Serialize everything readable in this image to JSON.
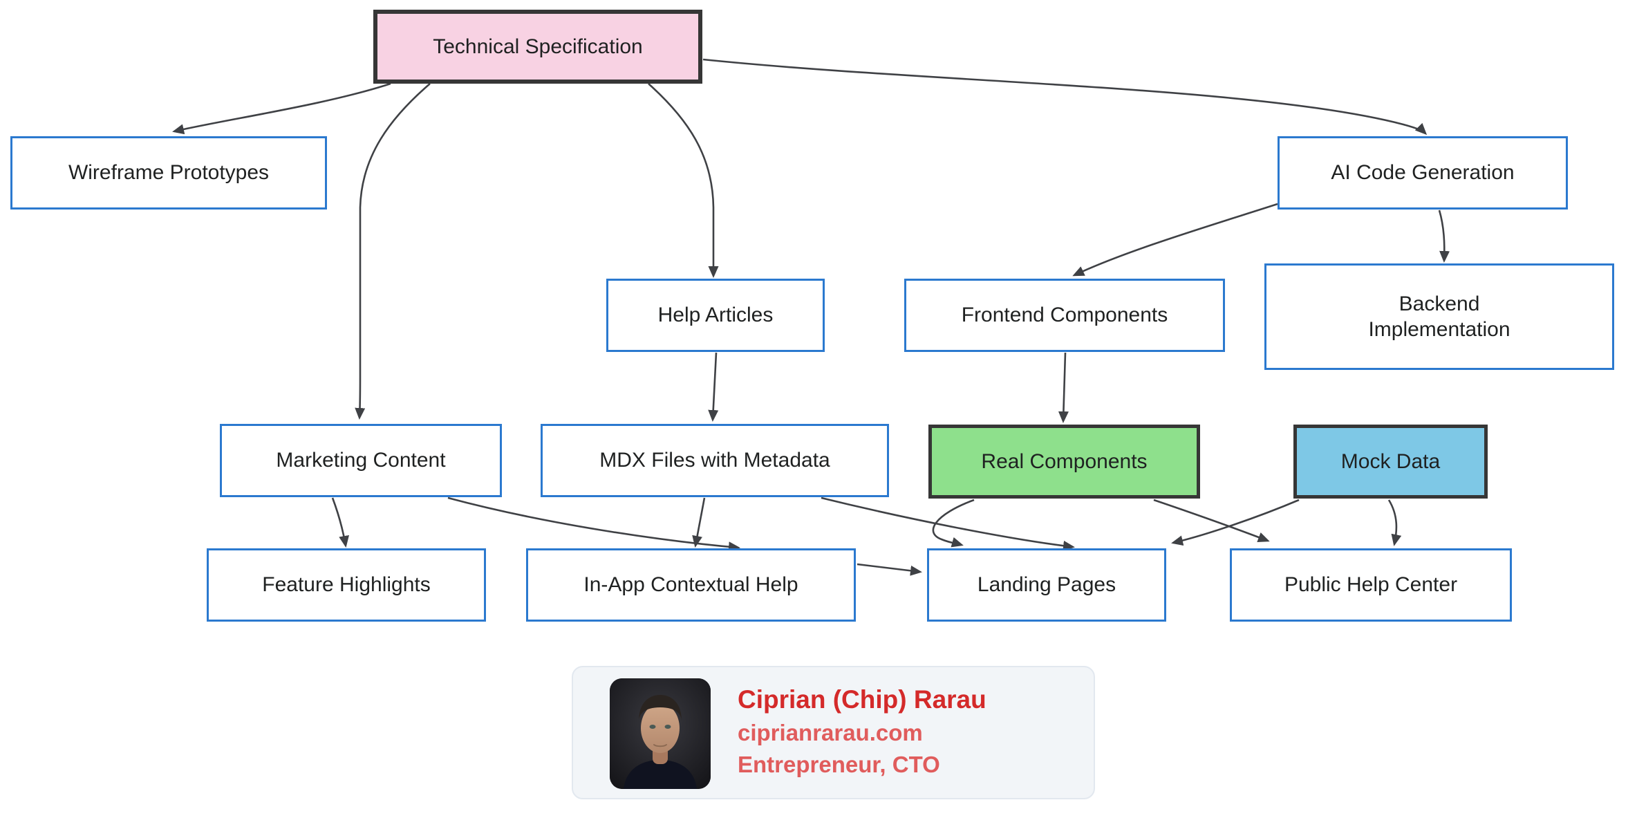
{
  "diagram": {
    "nodes": [
      {
        "id": "technical-specification",
        "label": "Technical Specification",
        "style": "pink"
      },
      {
        "id": "wireframe-prototypes",
        "label": "Wireframe Prototypes",
        "style": "plain"
      },
      {
        "id": "ai-code-generation",
        "label": "AI Code Generation",
        "style": "plain"
      },
      {
        "id": "help-articles",
        "label": "Help Articles",
        "style": "plain"
      },
      {
        "id": "frontend-components",
        "label": "Frontend Components",
        "style": "plain"
      },
      {
        "id": "backend-implementation",
        "label": "Backend Implementation",
        "style": "plain"
      },
      {
        "id": "marketing-content",
        "label": "Marketing Content",
        "style": "plain"
      },
      {
        "id": "mdx-files-with-metadata",
        "label": "MDX Files with Metadata",
        "style": "plain"
      },
      {
        "id": "real-components",
        "label": "Real Components",
        "style": "green"
      },
      {
        "id": "mock-data",
        "label": "Mock Data",
        "style": "blue"
      },
      {
        "id": "feature-highlights",
        "label": "Feature Highlights",
        "style": "plain"
      },
      {
        "id": "in-app-contextual-help",
        "label": "In-App Contextual Help",
        "style": "plain"
      },
      {
        "id": "landing-pages",
        "label": "Landing Pages",
        "style": "plain"
      },
      {
        "id": "public-help-center",
        "label": "Public Help Center",
        "style": "plain"
      }
    ],
    "edges": [
      {
        "from": "technical-specification",
        "to": "wireframe-prototypes"
      },
      {
        "from": "technical-specification",
        "to": "marketing-content"
      },
      {
        "from": "technical-specification",
        "to": "help-articles"
      },
      {
        "from": "technical-specification",
        "to": "ai-code-generation"
      },
      {
        "from": "ai-code-generation",
        "to": "frontend-components"
      },
      {
        "from": "ai-code-generation",
        "to": "backend-implementation"
      },
      {
        "from": "help-articles",
        "to": "mdx-files-with-metadata"
      },
      {
        "from": "frontend-components",
        "to": "real-components"
      },
      {
        "from": "marketing-content",
        "to": "feature-highlights"
      },
      {
        "from": "marketing-content",
        "to": "in-app-contextual-help"
      },
      {
        "from": "mdx-files-with-metadata",
        "to": "in-app-contextual-help"
      },
      {
        "from": "mdx-files-with-metadata",
        "to": "landing-pages"
      },
      {
        "from": "real-components",
        "to": "landing-pages"
      },
      {
        "from": "real-components",
        "to": "public-help-center"
      },
      {
        "from": "mock-data",
        "to": "landing-pages"
      },
      {
        "from": "mock-data",
        "to": "public-help-center"
      },
      {
        "from": "in-app-contextual-help",
        "to": "landing-pages"
      }
    ],
    "colors": {
      "pink_fill": "#f8d2e3",
      "green_fill": "#8ee08c",
      "blue_fill": "#7ec8e6",
      "node_border_blue": "#2b79cf",
      "dark_border": "#363636",
      "edge": "#3f4145"
    }
  },
  "profile_card": {
    "name": "Ciprian (Chip) Rarau",
    "website": "ciprianrarau.com",
    "role": "Entrepreneur, CTO",
    "accent_red": "#d42a2a",
    "secondary_red": "#e05c5c"
  }
}
